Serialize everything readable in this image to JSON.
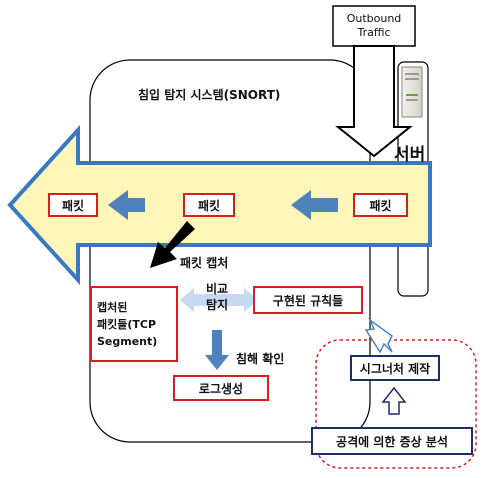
{
  "diagram": {
    "outbound_traffic": "Outbound\nTraffic",
    "ids_title": "침입 탐지 시스템(SNORT)",
    "server_label": "서버",
    "packet_left": "패킷",
    "packet_mid": "패킷",
    "packet_right": "패킷",
    "packet_capture": "패킷 캡처",
    "captured_packets": "캡처된\n패킷들(TCP\nSegment)",
    "compare_detect": "비교\n탐지",
    "implemented_rules": "구현된 규칙들",
    "intrusion_confirm": "침해 확인",
    "log_generation": "로그생성",
    "signature_creation": "시그너처 제작",
    "attack_symptom_analysis": "공격에 의한 증상 분석",
    "colors": {
      "stream_fill": "#fdf6b8",
      "stream_stroke": "#3a78c2",
      "red_box": "#d62020",
      "navy_box": "#1f2d6b",
      "small_arrow": "#4f81bd"
    }
  }
}
